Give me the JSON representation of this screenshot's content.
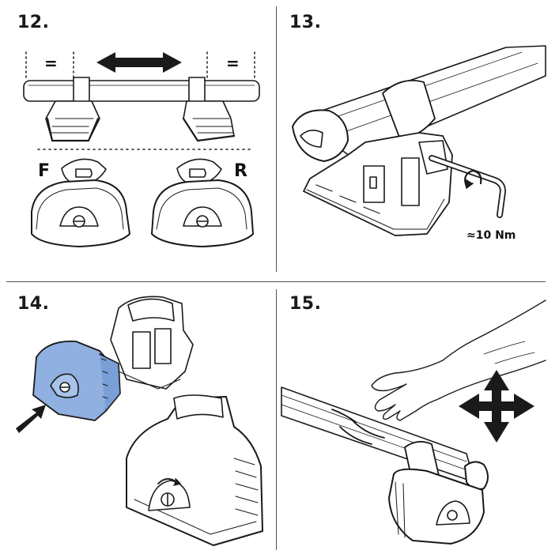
{
  "steps": [
    {
      "number": "12.",
      "labels": {
        "equal_left": "=",
        "equal_right": "=",
        "front": "F",
        "rear": "R"
      }
    },
    {
      "number": "13.",
      "labels": {
        "torque": "≈10 Nm"
      }
    },
    {
      "number": "14.",
      "labels": {}
    },
    {
      "number": "15.",
      "labels": {}
    }
  ],
  "colors": {
    "highlight": "#8fb0e0",
    "line": "#1a1a1a"
  }
}
